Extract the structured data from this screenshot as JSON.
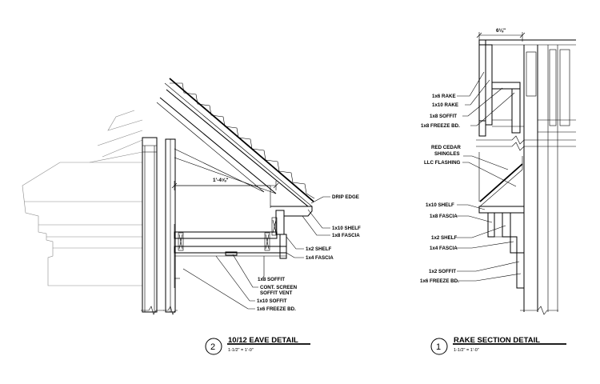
{
  "eave_detail": {
    "number": "2",
    "title": "10/12 EAVE DETAIL",
    "scale": "1-1/2\" = 1'-0\"",
    "dimension": "1'-4⅝\"",
    "labels": {
      "drip_edge": "DRIP EDGE",
      "shelf_1x10": "1x10 SHELF",
      "fascia_1x8": "1x8 FASCIA",
      "shelf_1x2": "1x2 SHELF",
      "fascia_1x4": "1x4 FASCIA",
      "soffit_1x8": "1x8 SOFFIT",
      "screen_vent_1": "CONT. SCREEN",
      "screen_vent_2": "SOFFIT VENT",
      "soffit_1x10": "1x10 SOFFIT",
      "freeze_1x6": "1x6 FREEZE BD."
    }
  },
  "rake_detail": {
    "number": "1",
    "title": "RAKE SECTION DETAIL",
    "scale": "1-1/2\" = 1'-0\"",
    "dimension": "6⅛\"",
    "labels": {
      "rake_1x6": "1x6 RAKE",
      "rake_1x10": "1x10 RAKE",
      "soffit_1x8": "1x8 SOFFIT",
      "freeze_1x8": "1x8 FREEZE BD.",
      "cedar_1": "RED CEDAR",
      "cedar_2": "SHINGLES",
      "flashing": "LLC FLASHING",
      "shelf_1x10": "1x10 SHELF",
      "fascia_1x8": "1x8 FASCIA",
      "shelf_1x2": "1x2 SHELF",
      "fascia_1x4": "1x4 FASCIA",
      "soffit_1x2": "1x2 SOFFIT",
      "freeze_1x6": "1x6 FREEZE BD."
    }
  },
  "colors": {
    "line": "#000000",
    "light_line": "#8a8a8a",
    "background": "#ffffff"
  }
}
